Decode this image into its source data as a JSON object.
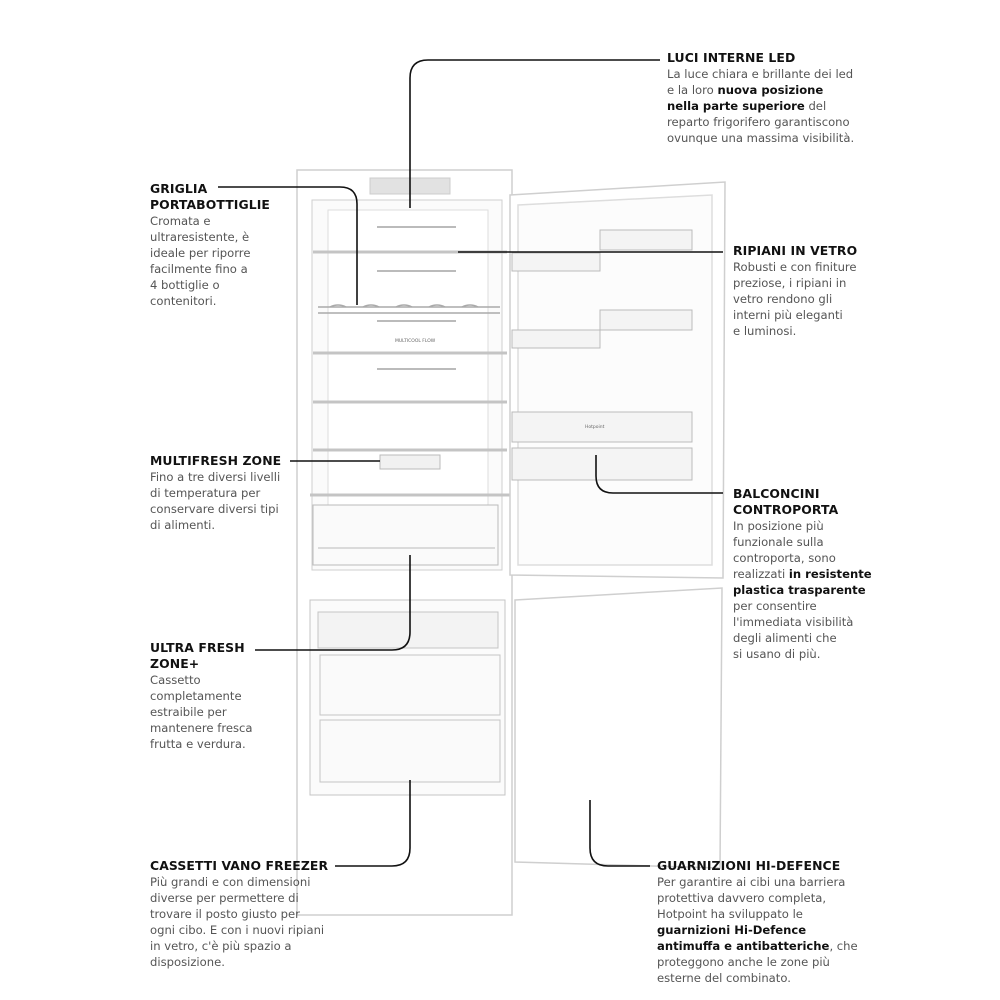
{
  "callouts": [
    {
      "id": "luci-interne-led",
      "title": [
        "LUCI INTERNE LED"
      ],
      "lines": [
        [
          {
            "t": "La luce chiara e brillante dei led"
          }
        ],
        [
          {
            "t": "e la loro "
          },
          {
            "t": "nuova posizione",
            "b": true
          }
        ],
        [
          {
            "t": "nella parte superiore",
            "b": true
          },
          {
            "t": " del"
          }
        ],
        [
          {
            "t": "reparto frigorifero garantiscono"
          }
        ],
        [
          {
            "t": "ovunque una massima visibilità."
          }
        ]
      ]
    },
    {
      "id": "griglia-portabottiglie",
      "title": [
        "GRIGLIA",
        "PORTABOTTIGLIE"
      ],
      "lines": [
        [
          {
            "t": "Cromata e"
          }
        ],
        [
          {
            "t": "ultraresistente, è"
          }
        ],
        [
          {
            "t": "ideale per riporre"
          }
        ],
        [
          {
            "t": "facilmente fino a"
          }
        ],
        [
          {
            "t": "4 bottiglie o"
          }
        ],
        [
          {
            "t": "contenitori."
          }
        ]
      ]
    },
    {
      "id": "ripiani-in-vetro",
      "title": [
        "RIPIANI IN VETRO"
      ],
      "lines": [
        [
          {
            "t": "Robusti e con finiture"
          }
        ],
        [
          {
            "t": "preziose, i ripiani in"
          }
        ],
        [
          {
            "t": "vetro rendono gli"
          }
        ],
        [
          {
            "t": "interni più eleganti"
          }
        ],
        [
          {
            "t": "e luminosi."
          }
        ]
      ]
    },
    {
      "id": "multifresh-zone",
      "title": [
        "MULTIFRESH ZONE"
      ],
      "lines": [
        [
          {
            "t": "Fino a tre diversi livelli"
          }
        ],
        [
          {
            "t": "di temperatura per"
          }
        ],
        [
          {
            "t": "conservare diversi tipi"
          }
        ],
        [
          {
            "t": "di alimenti."
          }
        ]
      ]
    },
    {
      "id": "balconcini-controporta",
      "title": [
        "BALCONCINI",
        "CONTROPORTA"
      ],
      "lines": [
        [
          {
            "t": "In posizione più"
          }
        ],
        [
          {
            "t": "funzionale sulla"
          }
        ],
        [
          {
            "t": "controporta, sono"
          }
        ],
        [
          {
            "t": "realizzati "
          },
          {
            "t": "in resistente",
            "b": true
          }
        ],
        [
          {
            "t": "plastica trasparente",
            "b": true
          }
        ],
        [
          {
            "t": "per consentire"
          }
        ],
        [
          {
            "t": "l'immediata visibilità"
          }
        ],
        [
          {
            "t": "degli alimenti che"
          }
        ],
        [
          {
            "t": "si usano di più."
          }
        ]
      ]
    },
    {
      "id": "ultra-fresh-zone",
      "title": [
        "ULTRA FRESH",
        "ZONE+"
      ],
      "lines": [
        [
          {
            "t": "Cassetto"
          }
        ],
        [
          {
            "t": "completamente"
          }
        ],
        [
          {
            "t": "estraibile per"
          }
        ],
        [
          {
            "t": "mantenere fresca"
          }
        ],
        [
          {
            "t": "frutta e verdura."
          }
        ]
      ]
    },
    {
      "id": "cassetti-vano-freezer",
      "title": [
        "CASSETTI VANO FREEZER"
      ],
      "lines": [
        [
          {
            "t": "Più grandi e con dimensioni"
          }
        ],
        [
          {
            "t": "diverse per permettere di"
          }
        ],
        [
          {
            "t": "trovare il posto giusto per"
          }
        ],
        [
          {
            "t": "ogni cibo. E con i nuovi ripiani"
          }
        ],
        [
          {
            "t": "in vetro, c'è più spazio a"
          }
        ],
        [
          {
            "t": "disposizione."
          }
        ]
      ]
    },
    {
      "id": "guarnizioni-hi-defence",
      "title": [
        "GUARNIZIONI HI-DEFENCE"
      ],
      "lines": [
        [
          {
            "t": "Per garantire ai cibi una barriera"
          }
        ],
        [
          {
            "t": "protettiva davvero completa,"
          }
        ],
        [
          {
            "t": "Hotpoint ha sviluppato le"
          }
        ],
        [
          {
            "t": "guarnizioni Hi-Defence",
            "b": true
          }
        ],
        [
          {
            "t": "antimuffa e antibatteriche",
            "b": true
          },
          {
            "t": ", che"
          }
        ],
        [
          {
            "t": "proteggono anche le zone più"
          }
        ],
        [
          {
            "t": "esterne del combinato."
          }
        ]
      ]
    }
  ],
  "fridge": {
    "shelf_label": "MULTICOOL FLOW",
    "brand_logo": "Hotpoint",
    "colors": {
      "line": "#111111",
      "body": "#ffffff",
      "edge": "#c9c9c9"
    }
  }
}
